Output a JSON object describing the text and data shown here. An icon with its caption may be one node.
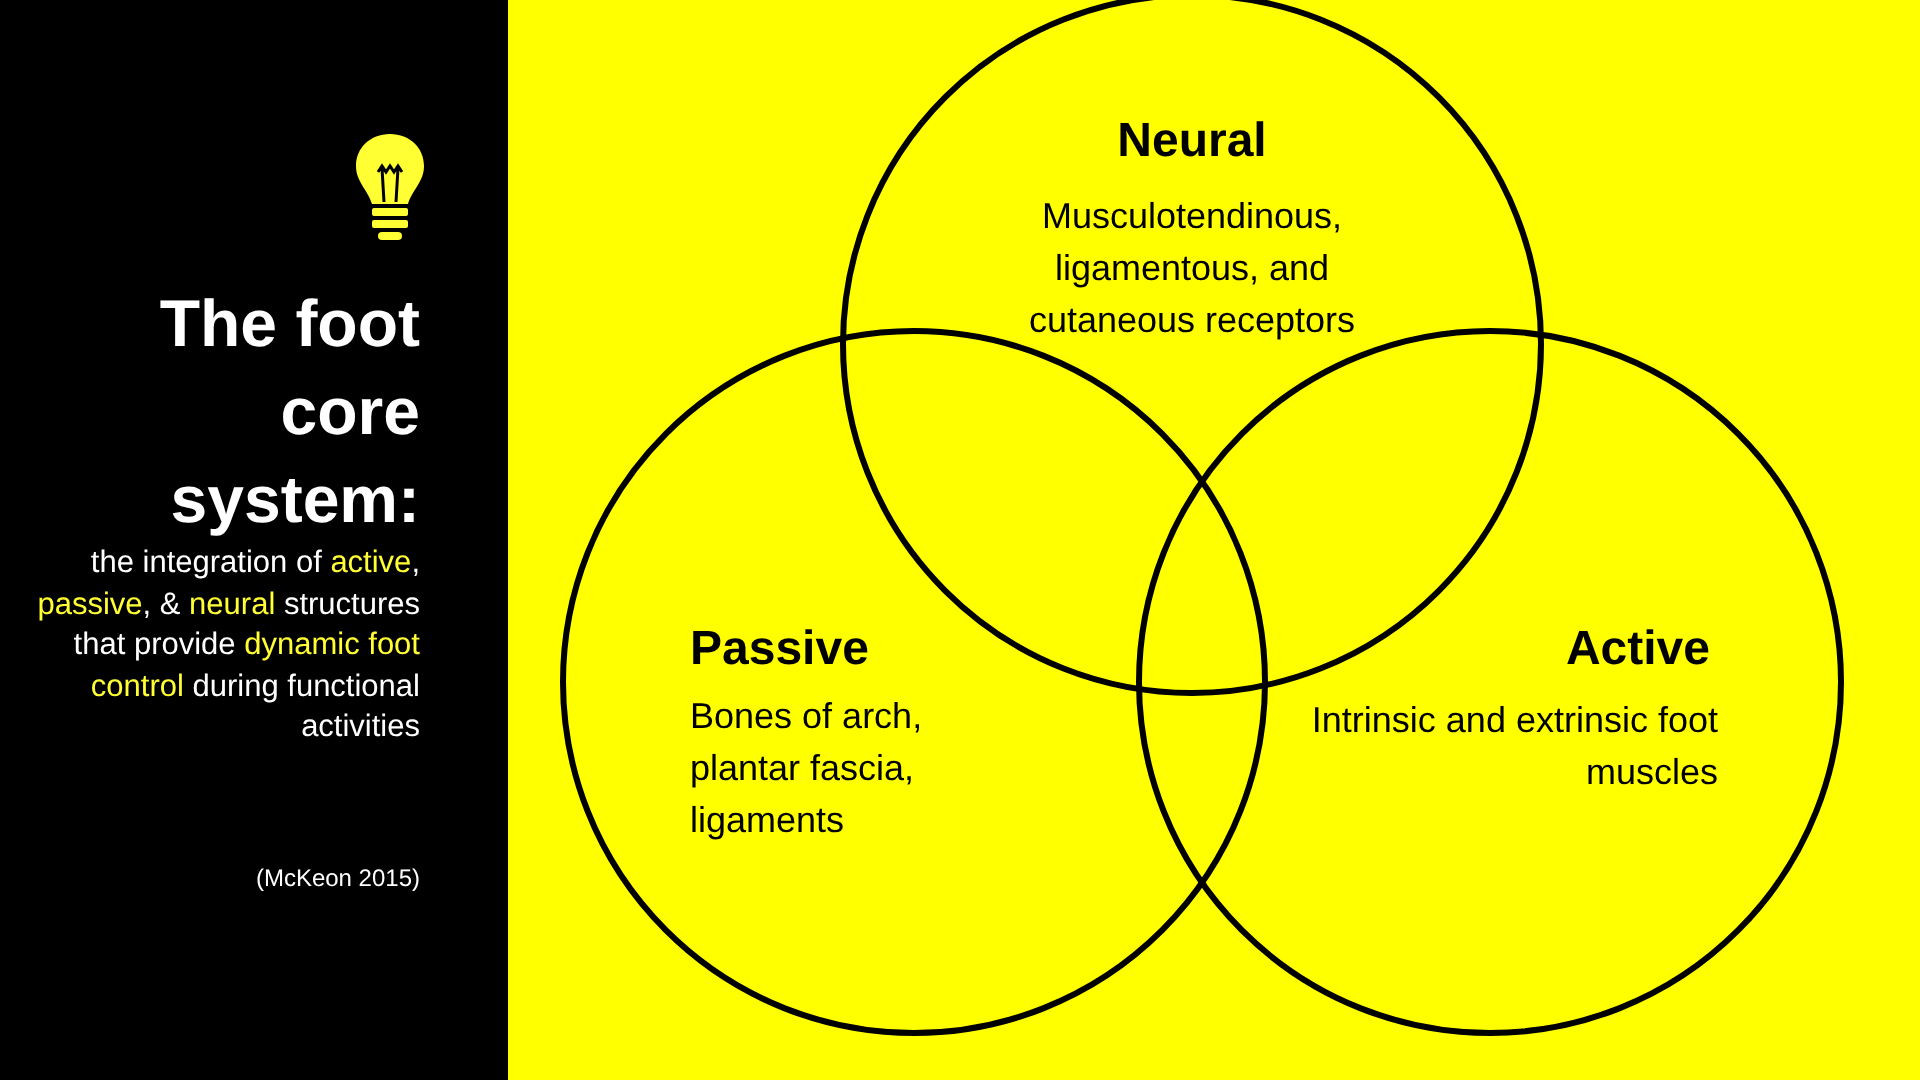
{
  "diagram": {
    "title": "The foot core system:",
    "nodes": [
      {
        "text": [
          "Neural",
          "Musculotendinous, ligamentous, and cutaneous receptors"
        ]
      },
      {
        "text": [
          "Passive",
          "Bones of arch, plantar fascia, ligaments"
        ]
      },
      {
        "text": [
          "Active",
          "Intrinsic and extrinsic foot muscles"
        ]
      }
    ],
    "edges": [],
    "labels": [
      "the integration of **active**, **passive**, & **neural** structures that provide **dynamic foot control** during functional activities",
      "(McKeon 2015)"
    ]
  }
}
